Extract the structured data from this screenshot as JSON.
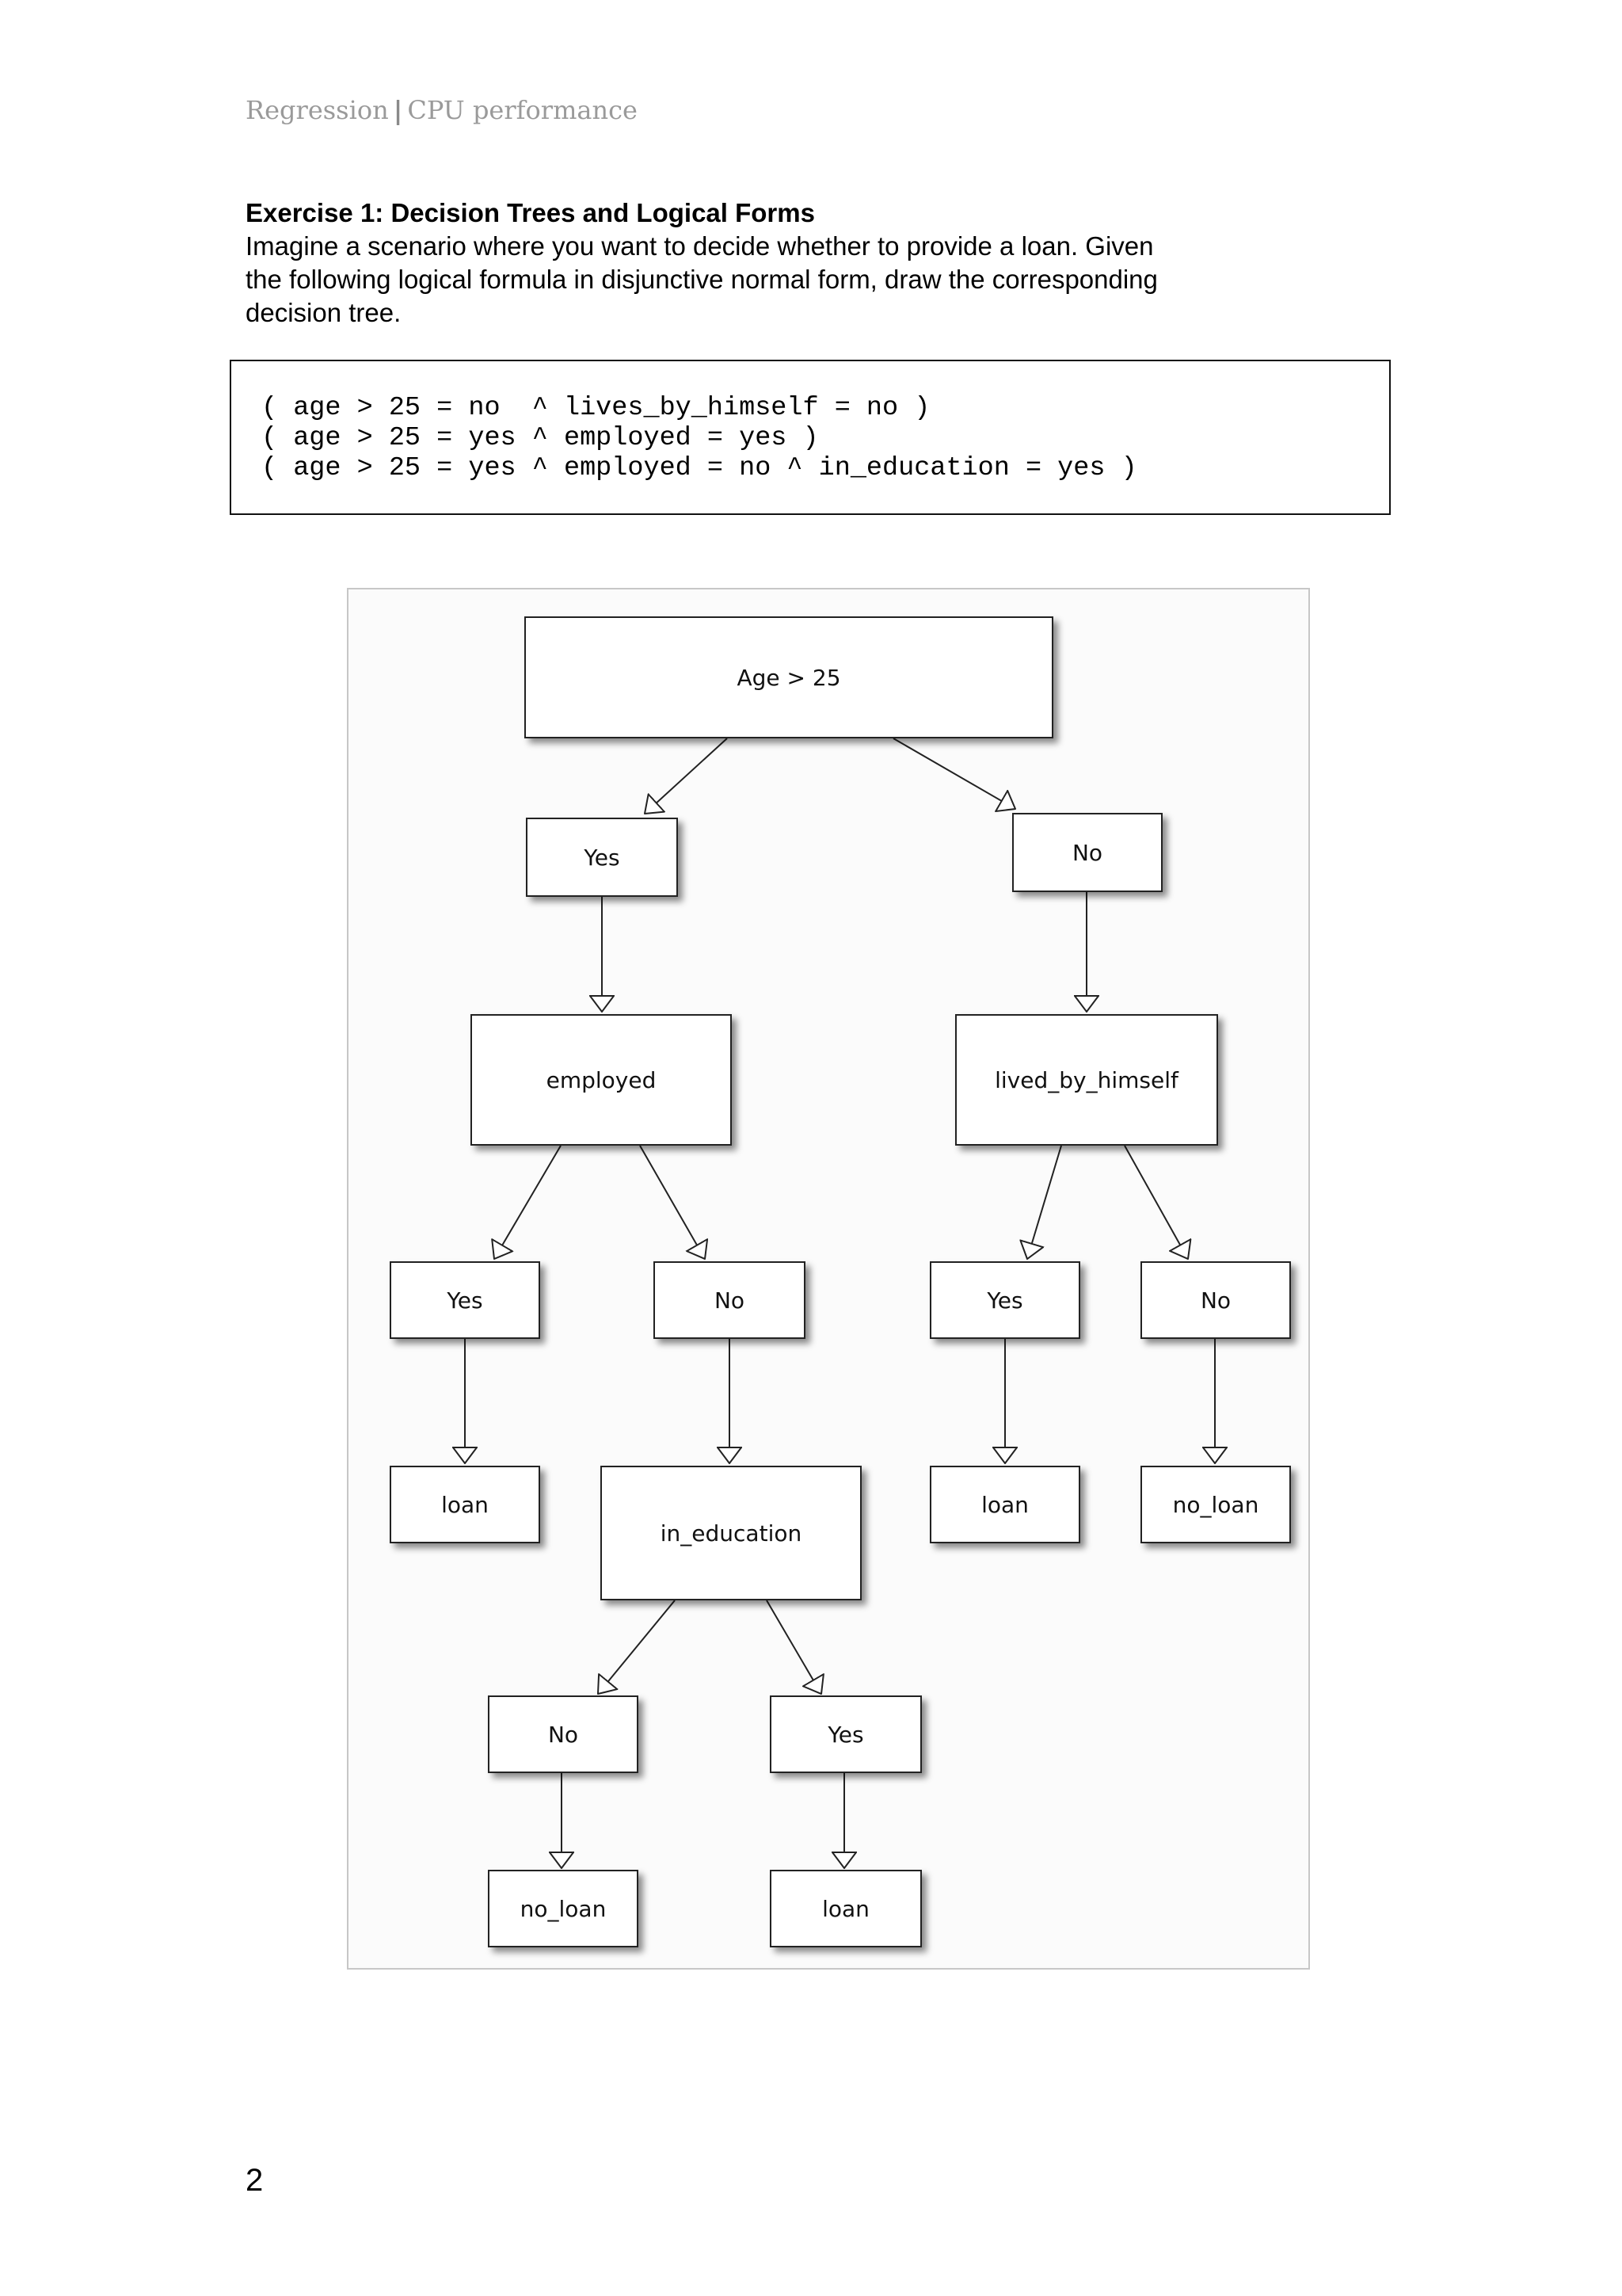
{
  "header": {
    "section": "Regression",
    "separator": "|",
    "topic": "CPU performance"
  },
  "exercise": {
    "title": "Exercise 1: Decision Trees and Logical Forms",
    "lines": [
      "Imagine a scenario where you want to decide whether to provide a loan. Given",
      "the following logical formula in disjunctive normal form, draw the corresponding",
      "decision tree."
    ]
  },
  "formula": [
    "( age > 25 = no  ^ lives_by_himself = no )",
    "( age > 25 = yes ^ employed = yes )",
    "( age > 25 = yes ^ employed = no ^ in_education = yes )"
  ],
  "tree": {
    "root": "Age > 25",
    "root_yes": "Yes",
    "root_no": "No",
    "employed": "employed",
    "lived_by_himself": "lived_by_himself",
    "employed_yes": "Yes",
    "employed_no": "No",
    "lived_yes": "Yes",
    "lived_no": "No",
    "employed_yes_leaf": "loan",
    "in_education": "in_education",
    "lived_yes_leaf": "loan",
    "lived_no_leaf": "no_loan",
    "in_education_no": "No",
    "in_education_yes": "Yes",
    "in_education_no_leaf": "no_loan",
    "in_education_yes_leaf": "loan"
  },
  "page_number": "2"
}
